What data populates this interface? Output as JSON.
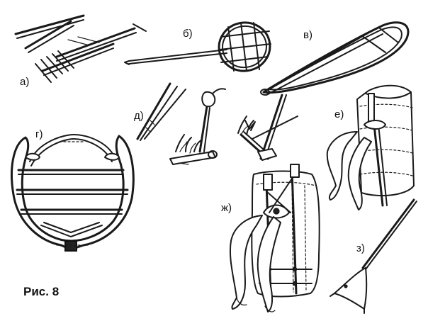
{
  "labels": {
    "a": "а)",
    "b": "б)",
    "v": "в)",
    "g": "г)",
    "d": "д)",
    "e": "е)",
    "zh": "ж)",
    "z": "з)"
  },
  "caption": "Рис. 8",
  "colors": {
    "ink": "#1a1a1a",
    "background": "#ffffff"
  }
}
